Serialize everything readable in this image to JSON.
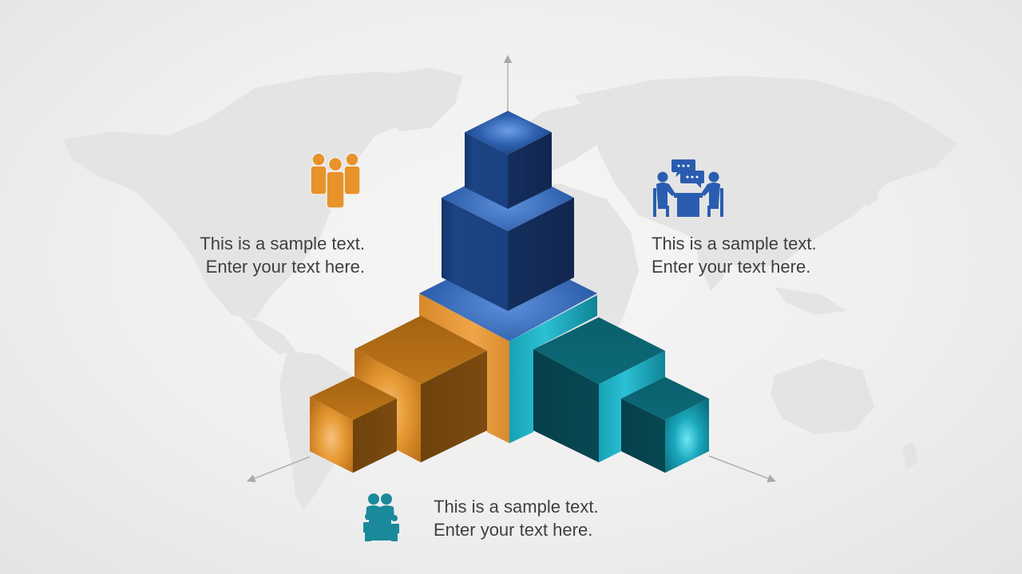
{
  "slide": {
    "background": "world-map",
    "colors": {
      "blue": "#1b4585",
      "orange": "#e89a2e",
      "teal": "#0e8ea0",
      "text": "#3f3f3f",
      "arrow": "#a8a8a8",
      "map": "#dedede"
    }
  },
  "diagram": {
    "type": "3d-cube-pyramid",
    "arrows": [
      "up",
      "down-left",
      "down-right"
    ],
    "segments": [
      {
        "name": "blue",
        "direction": "up",
        "cube_count": 3
      },
      {
        "name": "orange",
        "direction": "down-left",
        "cube_count": 3
      },
      {
        "name": "teal",
        "direction": "down-right",
        "cube_count": 3
      }
    ]
  },
  "blocks": [
    {
      "id": "left",
      "icon": "business-team-icon",
      "icon_color": "#e8922a",
      "line1": "This is a sample text.",
      "line2": "Enter your text here."
    },
    {
      "id": "right",
      "icon": "meeting-conversation-icon",
      "icon_color": "#2a5db0",
      "line1": "This is a sample text.",
      "line2": "Enter your text here."
    },
    {
      "id": "bottom",
      "icon": "family-icon",
      "icon_color": "#1a8a9a",
      "line1": "This is a sample text.",
      "line2": "Enter your text here."
    }
  ]
}
